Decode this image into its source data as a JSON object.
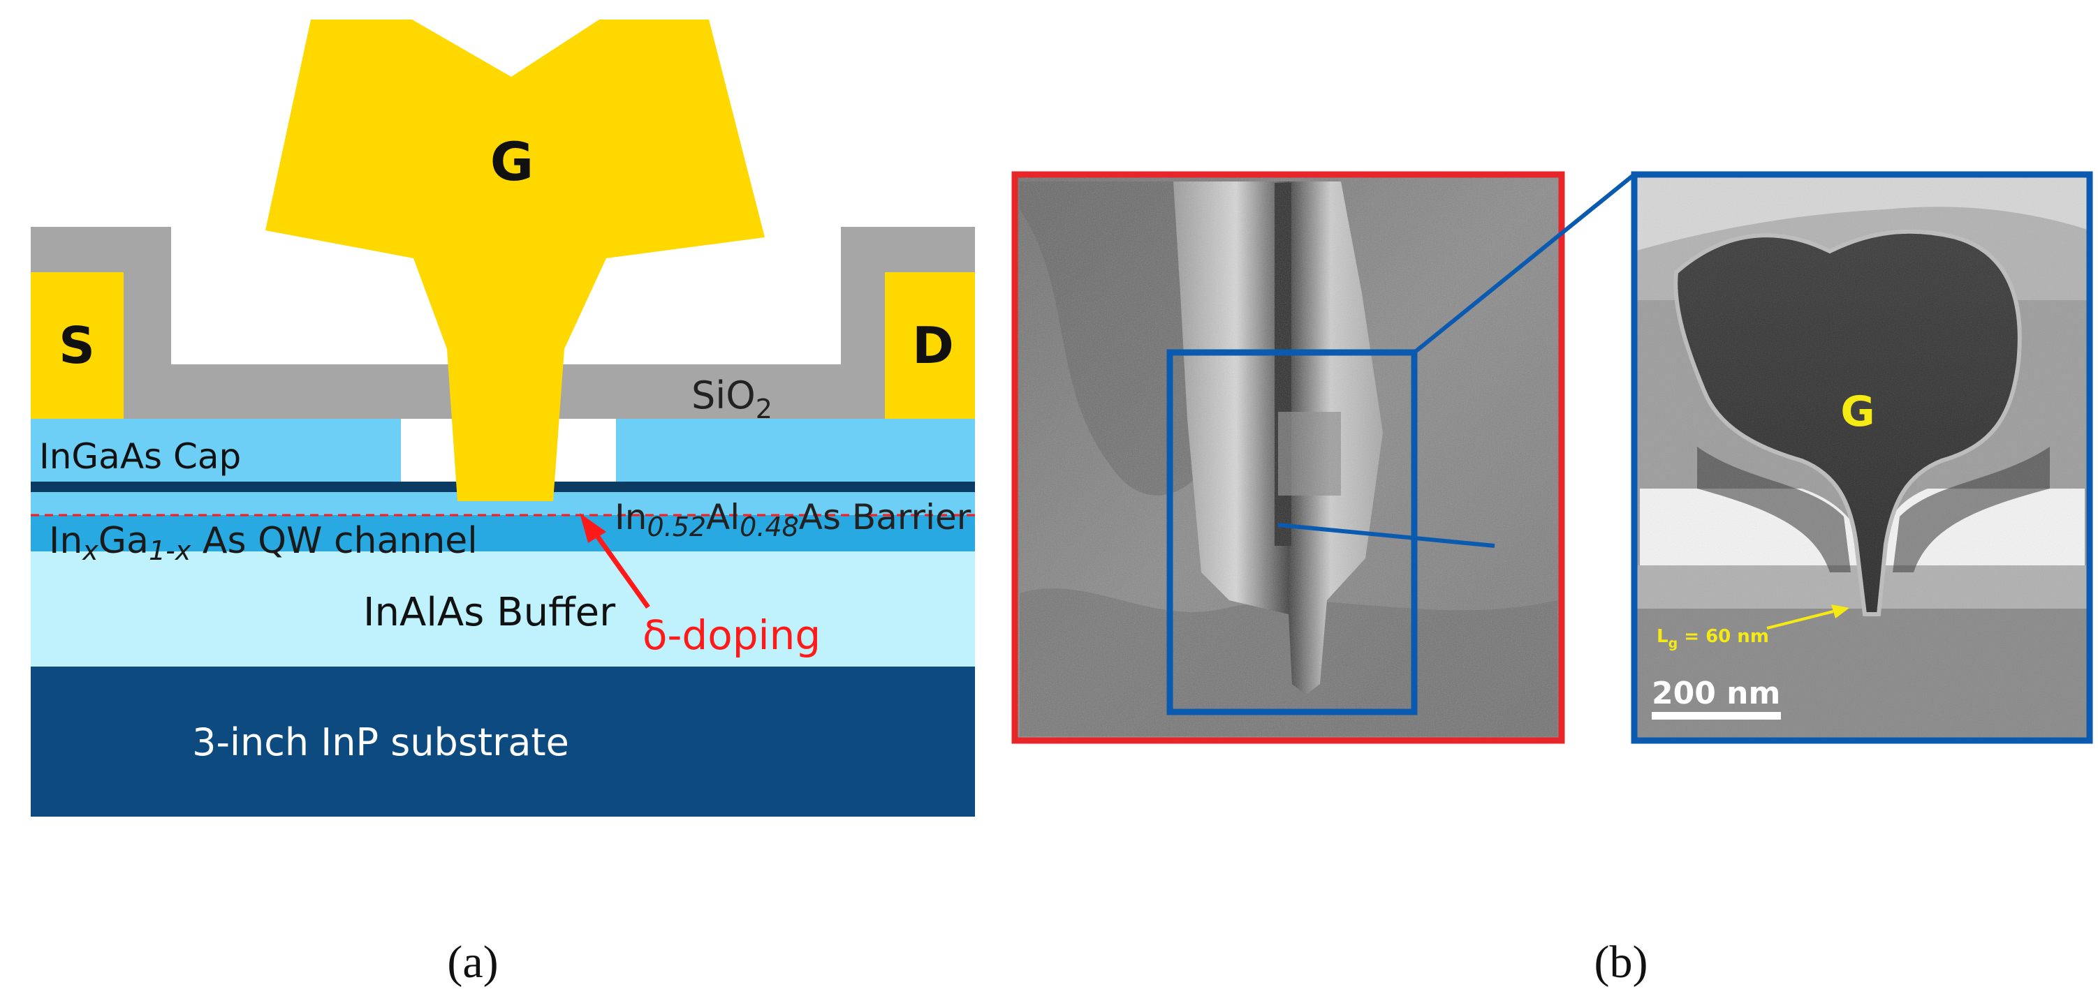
{
  "panel_a": {
    "gate_label": "G",
    "source_label": "S",
    "drain_label": "D",
    "oxide_label": {
      "base": "SiO",
      "sub": "2"
    },
    "cap_layer": "InGaAs Cap",
    "barrier_layer": {
      "p1": "In",
      "s1": "0.52",
      "p2": "Al",
      "s2": "0.48",
      "p3": "As Barrier"
    },
    "channel_layer": {
      "p1": "In",
      "s1": "x",
      "p2": "Ga",
      "s2": "1-x",
      "p3": " As QW channel"
    },
    "buffer_layer": "InAlAs Buffer",
    "doping_label": "δ-doping",
    "substrate_label": "3-inch InP substrate",
    "caption": "(a)"
  },
  "panel_b": {
    "tem_gate_label": "G",
    "gate_length_label": {
      "p1": "L",
      "s1": "g",
      "p2": " = 60 nm"
    },
    "scale_bar_label": "200 nm",
    "caption": "(b)"
  },
  "colors": {
    "gold": "#FFD800",
    "oxide_gray": "#A6A6A6",
    "cap_blue": "#6DCFF6",
    "channel_blue": "#29A9E1",
    "buffer_blue": "#BFF2FC",
    "substrate_navy": "#0C4A7F",
    "thin_navy": "#0B3A63",
    "doping_red": "#FF1A1A",
    "sem_frame_red": "#E8262A",
    "zoom_blue": "#0A5AB0",
    "tem_label_yellow": "#F5EA14"
  }
}
